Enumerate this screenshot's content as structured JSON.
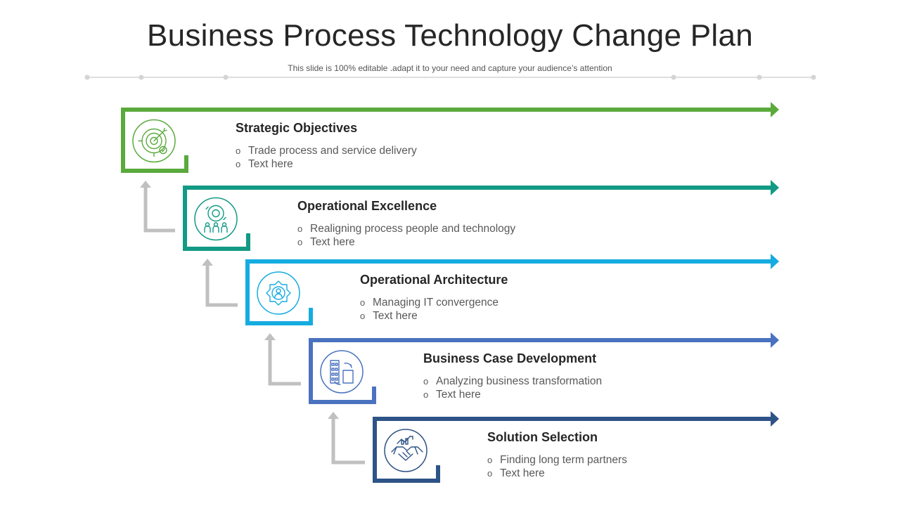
{
  "title": "Business Process Technology Change Plan",
  "subtitle": "This slide is 100% editable .adapt it to your need and capture your audience’s attention",
  "stages": [
    {
      "title": "Strategic Objectives",
      "color": "#5aaa3c",
      "icon": "target-icon",
      "bullets": [
        "Trade process and service delivery",
        "Text here"
      ]
    },
    {
      "title": "Operational Excellence",
      "color": "#129a85",
      "icon": "team-cycle-icon",
      "bullets": [
        "Realigning process people and technology",
        "Text here"
      ]
    },
    {
      "title": "Operational Architecture",
      "color": "#15ace0",
      "icon": "gear-person-icon",
      "bullets": [
        "Managing IT convergence",
        "Text here"
      ]
    },
    {
      "title": "Business Case Development",
      "color": "#4a72bf",
      "icon": "buildings-icon",
      "bullets": [
        "Analyzing business transformation",
        "Text here"
      ]
    },
    {
      "title": "Solution Selection",
      "color": "#2e5386",
      "icon": "handshake-icon",
      "bullets": [
        "Finding long term partners",
        "Text here"
      ]
    }
  ],
  "bullet_mark": "o",
  "connector_color": "#c0c0c0"
}
